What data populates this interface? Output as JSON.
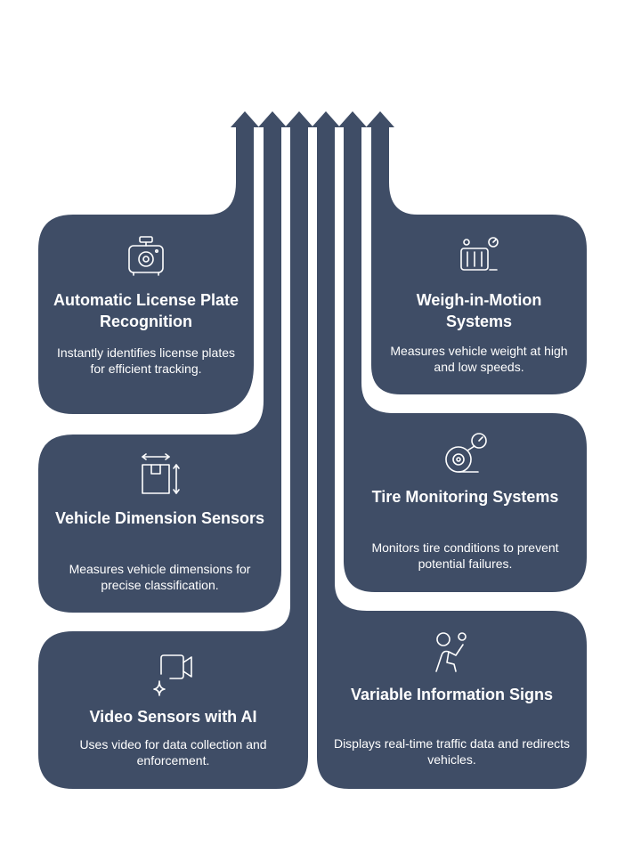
{
  "colors": {
    "card": "#3f4d66",
    "background": "#ffffff"
  },
  "cards": [
    {
      "icon": "dashcam-icon",
      "title": "Automatic License Plate Recognition",
      "description": "Instantly identifies license plates for efficient tracking."
    },
    {
      "icon": "weight-scale-icon",
      "title": "Weigh-in-Motion Systems",
      "description": "Measures vehicle weight at high and low speeds."
    },
    {
      "icon": "box-dimensions-icon",
      "title": "Vehicle Dimension Sensors",
      "description": "Measures vehicle dimensions for precise classification."
    },
    {
      "icon": "tire-gauge-icon",
      "title": "Tire Monitoring Systems",
      "description": "Monitors tire conditions to prevent potential failures."
    },
    {
      "icon": "video-ai-icon",
      "title": "Video Sensors with AI",
      "description": "Uses video for data collection and enforcement."
    },
    {
      "icon": "info-person-icon",
      "title": "Variable Information Signs",
      "description": "Displays real-time traffic data and redirects vehicles."
    }
  ]
}
